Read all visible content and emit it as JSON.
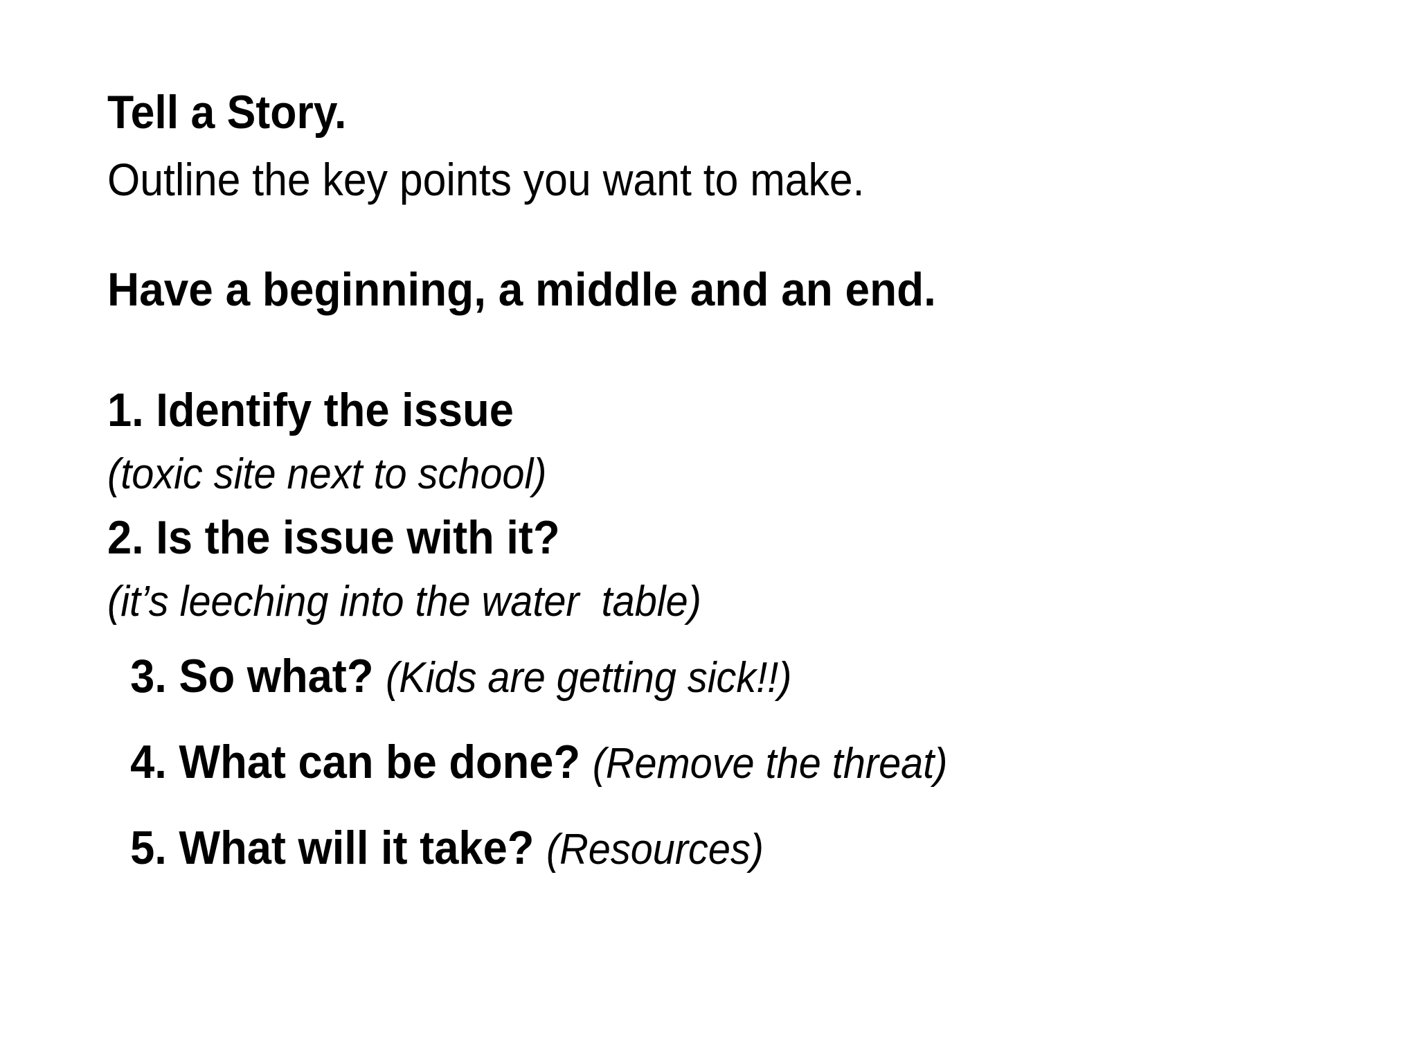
{
  "slide": {
    "background_color": "#ffffff",
    "text_color": "#000000",
    "heading": "Tell a Story.",
    "subheading": "Outline the key points you want to make.",
    "section_title": "Have a beginning, a middle and an end.",
    "list": [
      {
        "main": "1. Identify the issue",
        "note": "(toxic site next to school)",
        "note_inline": false
      },
      {
        "main": "2. Is the issue with it?",
        "note": "(it’s leeching into the water  table)",
        "note_inline": false
      },
      {
        "main": "3. So what?",
        "note": "(Kids are getting sick!!)",
        "note_inline": true
      },
      {
        "main": "4. What can be done?",
        "note": "(Remove the threat)",
        "note_inline": true
      },
      {
        "main": "5. What will it take?",
        "note": "(Resources)",
        "note_inline": true
      }
    ]
  }
}
